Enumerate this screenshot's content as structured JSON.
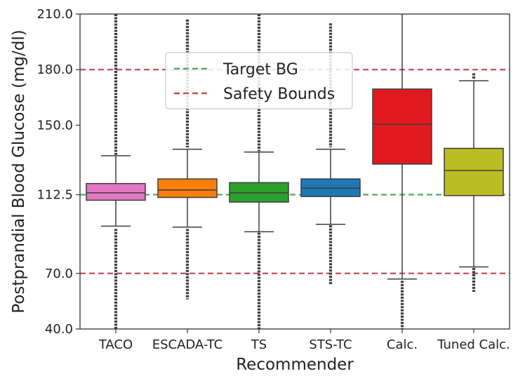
{
  "chart_data": {
    "type": "box",
    "xlabel": "Recommender",
    "ylabel": "Postprandial Blood Glucose (mg/dl)",
    "ylim": [
      40,
      210
    ],
    "yticks": [
      "40.0",
      "70.0",
      "112.5",
      "150.0",
      "180.0",
      "210.0"
    ],
    "categories": [
      "TACO",
      "ESCADA-TC",
      "TS",
      "STS-TC",
      "Calc.",
      "Tuned Calc."
    ],
    "boxes": [
      {
        "label": "TACO",
        "color": "#e377c2",
        "q1": 109.5,
        "median": 113.5,
        "q3": 118.5,
        "whisker_low": 95.5,
        "whisker_high": 133.5,
        "outliers_low": [
          40,
          94
        ],
        "outliers_high": [
          134,
          210
        ]
      },
      {
        "label": "ESCADA-TC",
        "color": "#ff7f0e",
        "q1": 111.0,
        "median": 115.0,
        "q3": 121.0,
        "whisker_low": 95.0,
        "whisker_high": 137.0,
        "outliers_low": [
          56,
          94
        ],
        "outliers_high": [
          138,
          207
        ]
      },
      {
        "label": "TS",
        "color": "#2ca02c",
        "q1": 108.5,
        "median": 113.5,
        "q3": 119.0,
        "whisker_low": 92.5,
        "whisker_high": 135.5,
        "outliers_low": [
          40,
          92
        ],
        "outliers_high": [
          136,
          210
        ]
      },
      {
        "label": "STS-TC",
        "color": "#1f77b4",
        "q1": 111.5,
        "median": 116.0,
        "q3": 121.0,
        "whisker_low": 96.5,
        "whisker_high": 137.0,
        "outliers_low": [
          64,
          96
        ],
        "outliers_high": [
          138,
          205
        ]
      },
      {
        "label": "Calc.",
        "color": "#e0191f",
        "q1": 129.0,
        "median": 150.5,
        "q3": 169.5,
        "whisker_low": 67.0,
        "whisker_high": 210.0,
        "outliers_low": [
          40,
          66
        ],
        "outliers_high": null
      },
      {
        "label": "Tuned Calc.",
        "color": "#bcbd22",
        "q1": 112.0,
        "median": 125.5,
        "q3": 137.5,
        "whisker_low": 73.5,
        "whisker_high": 174.0,
        "outliers_low": [
          60,
          73
        ],
        "outliers_high": [
          175,
          178
        ]
      }
    ],
    "reference_lines": [
      {
        "name": "Target BG",
        "value": 112.5,
        "color": "#55a868",
        "style": "dashed"
      },
      {
        "name": "Safety Bounds",
        "value": 180.0,
        "color": "#c44e52",
        "style": "dashed"
      },
      {
        "name": "Safety Bounds",
        "value": 70.0,
        "color": "#c44e52",
        "style": "dashed"
      }
    ],
    "legend": {
      "placement": "upper-center",
      "entries": [
        {
          "label": "Target BG",
          "color": "#55a868"
        },
        {
          "label": "Safety Bounds",
          "color": "#c44e52"
        }
      ]
    },
    "grid": false
  }
}
